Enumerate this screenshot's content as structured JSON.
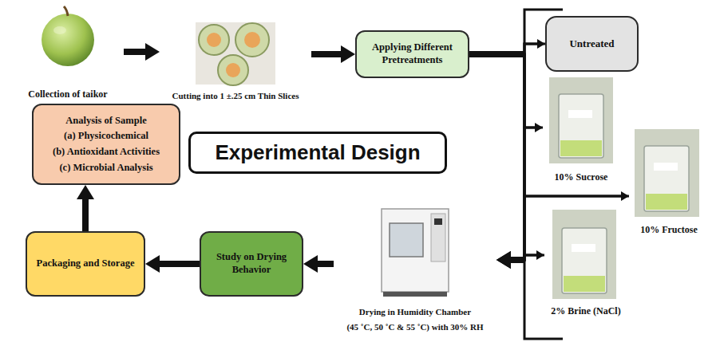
{
  "diagram": {
    "nodes": [
      {
        "text": [
          "Collection of taikor"
        ]
      },
      {
        "text": [
          "Cutting into 1 ±.25 cm Thin Slices"
        ]
      },
      {
        "text": [
          "Applying Different Pretreatments"
        ]
      },
      {
        "text": [
          "Untreated"
        ]
      },
      {
        "text": [
          "10% Sucrose"
        ]
      },
      {
        "text": [
          "10% Fructose"
        ]
      },
      {
        "text": [
          "2% Brine (NaCl)"
        ]
      },
      {
        "text": [
          "Analysis of Sample",
          "(a) Physicochemical",
          "(b) Antioxidant Activities",
          "(c) Microbial Analysis"
        ]
      },
      {
        "text": [
          "Experimental Design"
        ]
      },
      {
        "text": [
          "Packaging and Storage"
        ]
      },
      {
        "text": [
          "Study on Drying Behavior"
        ]
      },
      {
        "text": [
          "Drying in Humidity Chamber",
          "(45 ˚C, 50 ˚C & 55 ˚C) with 30% RH"
        ]
      }
    ],
    "edges": [
      {
        "from": 0,
        "to": 1,
        "arrow": "to"
      },
      {
        "from": 1,
        "to": 2,
        "arrow": "to"
      },
      {
        "from": 2,
        "to": 3,
        "arrow": "to"
      },
      {
        "from": 2,
        "to": 4,
        "arrow": "to"
      },
      {
        "from": 2,
        "to": 5,
        "arrow": "to"
      },
      {
        "from": 2,
        "to": 6,
        "arrow": "to"
      },
      {
        "from": 3,
        "to": 11,
        "arrow": "to"
      },
      {
        "from": 4,
        "to": 11,
        "arrow": "to"
      },
      {
        "from": 5,
        "to": 11,
        "arrow": "to"
      },
      {
        "from": 6,
        "to": 11,
        "arrow": "to"
      },
      {
        "from": 11,
        "to": 10,
        "arrow": "to"
      },
      {
        "from": 10,
        "to": 9,
        "arrow": "to"
      },
      {
        "from": 9,
        "to": 7,
        "arrow": "to"
      }
    ]
  }
}
